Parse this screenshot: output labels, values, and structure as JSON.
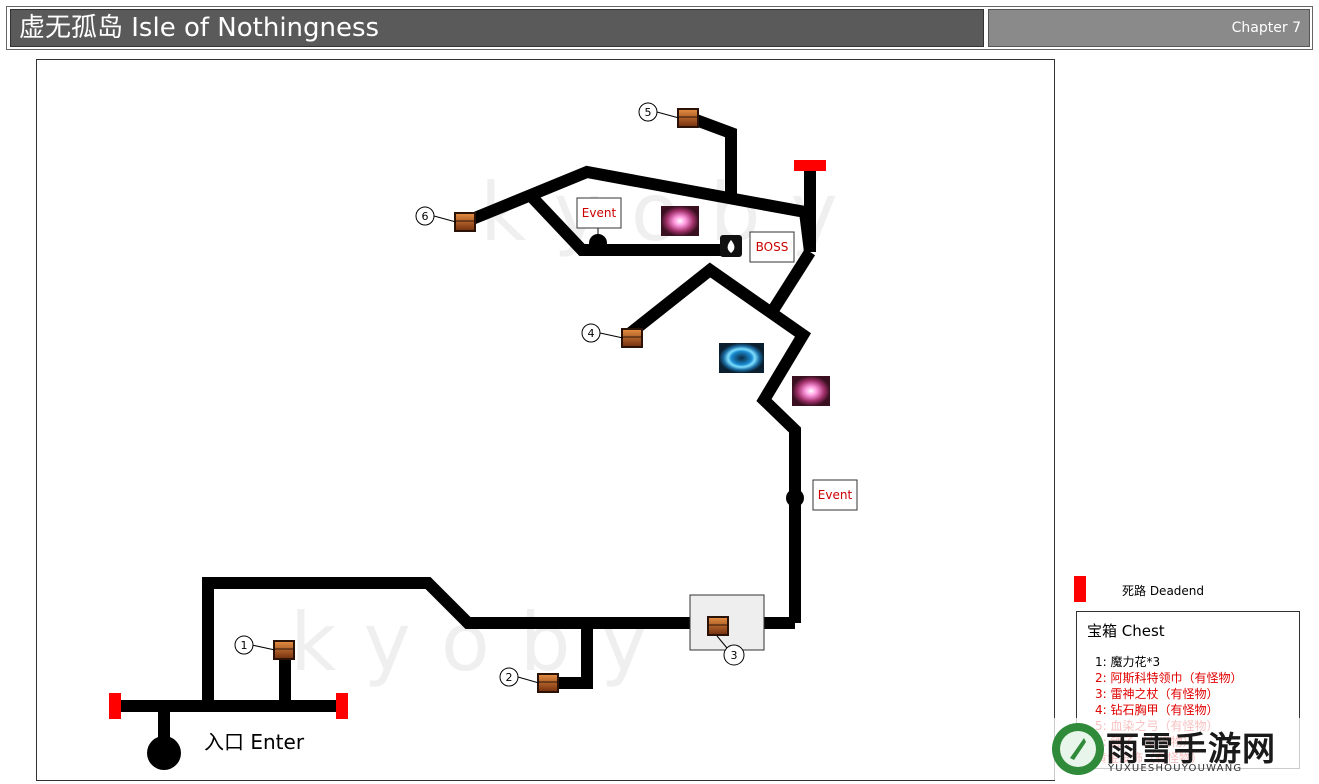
{
  "header": {
    "title": "虚无孤岛 Isle of Nothingness",
    "chapter": "Chapter 7"
  },
  "map": {
    "entrance_label": "入口 Enter",
    "event_label": "Event",
    "boss_label": "BOSS",
    "chest_numbers": [
      "1",
      "2",
      "3",
      "4",
      "5",
      "6"
    ],
    "watermark_text": "kyoby"
  },
  "legend": {
    "deadend_label": "死路 Deadend",
    "chest_title": "宝箱 Chest",
    "chests": [
      {
        "text": "1: 魔力花*3",
        "color": "#000000"
      },
      {
        "text": "2: 阿斯科特领巾（有怪物）",
        "color": "#e00000"
      },
      {
        "text": "3: 雷神之杖（有怪物）",
        "color": "#e00000"
      },
      {
        "text": "4: 钻石胸甲（有怪物）",
        "color": "#e00000"
      },
      {
        "text": "5: 血染之弓（有怪物）",
        "color": "#e00000"
      },
      {
        "text": "6: 锤子（有怪物）",
        "color": "#e00000"
      },
      {
        "text": "黄金发饰（有怪物）",
        "color": "#e00000"
      }
    ]
  },
  "site_watermark": {
    "title": "雨雪手游网",
    "subtitle": "YUXUESHOUYOUWANG"
  },
  "colors": {
    "path": "#000000",
    "deadend": "#ff0000",
    "event_text": "#cc0000",
    "title_bg": "#5a5a5a"
  }
}
